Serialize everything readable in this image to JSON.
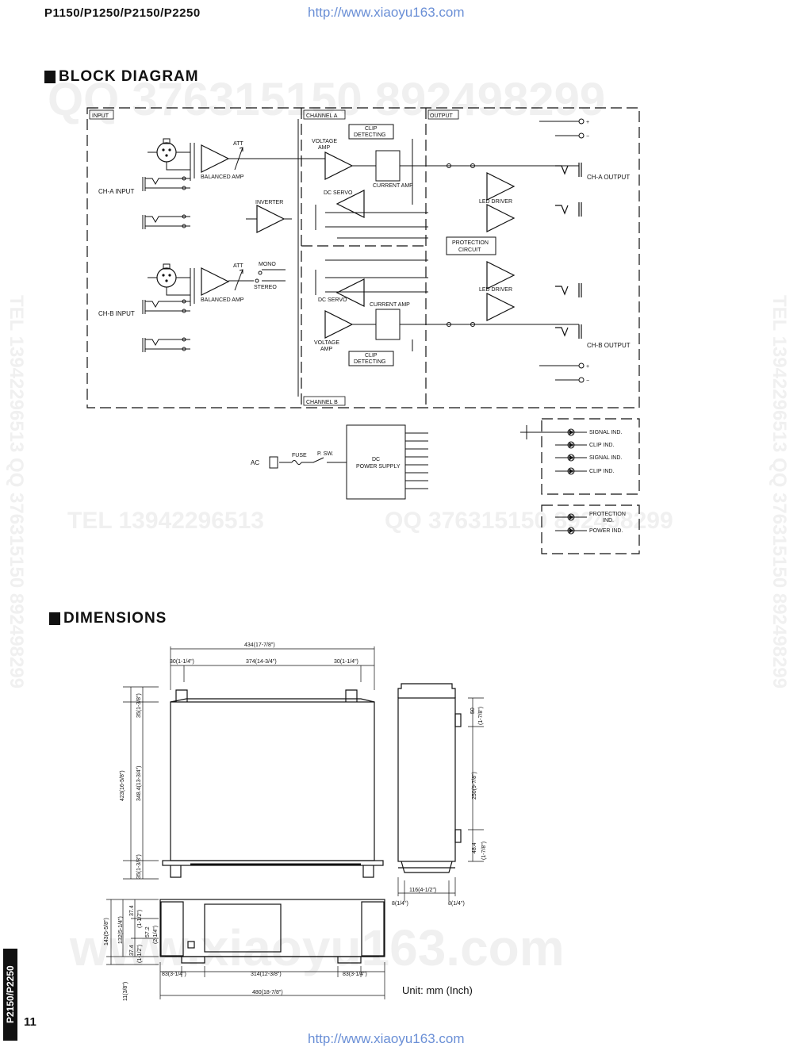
{
  "header": {
    "model": "P1150/P1250/P2150/P2250",
    "url": "http://www.xiaoyu163.com"
  },
  "footer": {
    "url": "http://www.xiaoyu163.com",
    "page_number": "11",
    "side_tab": "P2150/P2250"
  },
  "watermarks": {
    "qq_top": "QQ 376315150   892498299",
    "tel": "TEL 13942296513",
    "qq_mid": "QQ 376315150   892498299",
    "site": "www.xiaoyu163.com",
    "vertical": "TEL 13942296513  QQ 376315150  892498299"
  },
  "block": {
    "title": "BLOCK DIAGRAM",
    "input": "INPUT",
    "channel_a": "CHANNEL A",
    "channel_b": "CHANNEL B",
    "output": "OUTPUT",
    "ch_a_input": "CH-A INPUT",
    "ch_b_input": "CH-B INPUT",
    "att": "ATT",
    "balanced_amp": "BALANCED AMP",
    "inverter": "INVERTER",
    "mono": "MONO",
    "stereo": "STEREO",
    "voltage": "VOLTAGE",
    "amp": "AMP",
    "clip": "CLIP",
    "detecting": "DETECTING",
    "current_amp": "CURRENT AMP",
    "dc_servo": "DC SERVO",
    "led_driver": "LED DRIVER",
    "protection": "PROTECTION",
    "circuit": "CIRCUIT",
    "ch_a_output": "CH-A OUTPUT",
    "ch_b_output": "CH-B OUTPUT",
    "ac": "AC",
    "fuse": "FUSE",
    "psw": "P. SW.",
    "dc": "DC",
    "power_supply": "POWER SUPPLY",
    "signal_ind": "SIGNAL IND.",
    "clip_ind": "CLIP IND.",
    "protection_ind_1": "PROTECTION",
    "protection_ind_2": "IND.",
    "power_ind": "POWER IND."
  },
  "dimensions": {
    "title": "DIMENSIONS",
    "unit": "Unit: mm (Inch)",
    "top_width": "434(17-7/8\")",
    "top_left_30": "30(1-1/4\")",
    "top_mid_374": "374(14-3/4\")",
    "top_right_30": "30(1-1/4\")",
    "depth_423": "423(16-5/8\")",
    "depth_35_top": "35(1-3/8\")",
    "depth_348": "348.4(13-3/4\")",
    "depth_35_bot": "35(1-3/8\")",
    "side_50": "50",
    "side_50_in": "(1-7/8\")",
    "side_250": "250(9-7/8\")",
    "side_48": "48.4",
    "side_48_in": "(1-7/8\")",
    "side_116": "116(4-1/2\")",
    "side_8_left": "8(1/4\")",
    "side_8_right": "8(1/4\")",
    "front_143": "143(5-5/8\")",
    "front_132": "132(5-1/4\")",
    "front_37_top": "37.4",
    "front_37_top_in": "(1-1/2\")",
    "front_57": "57.2",
    "front_57_in": "(2-1/4\")",
    "front_37_bot": "37.4",
    "front_37_bot_in": "(1-1/2\")",
    "front_11": "11(3/8\")",
    "front_83_left": "83(3-1/4\")",
    "front_314": "314(12-3/8\")",
    "front_83_right": "83(3-1/4\")",
    "front_480": "480(18-7/8\")"
  }
}
